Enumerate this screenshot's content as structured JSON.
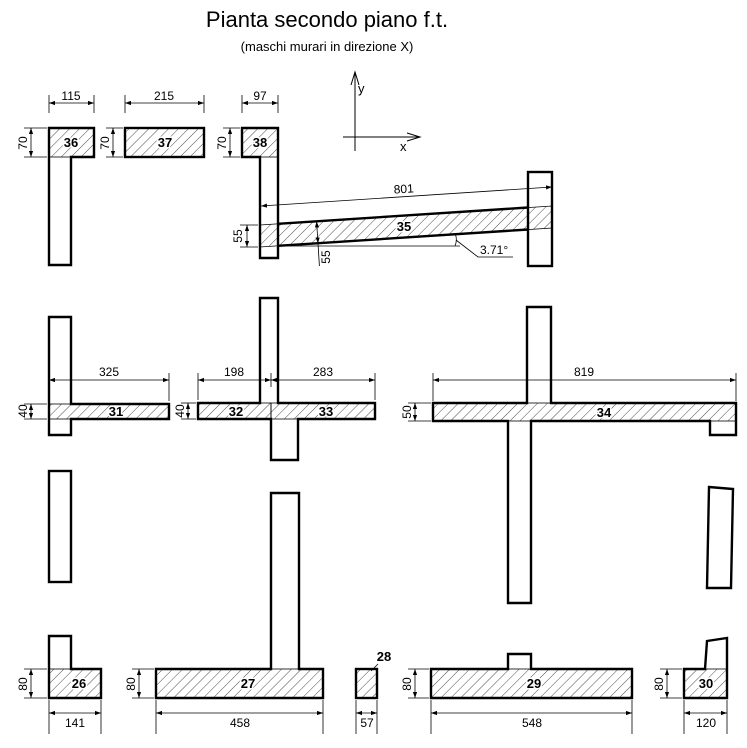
{
  "title": "Pianta secondo piano f.t.",
  "subtitle": "(maschi murari in direzione X)",
  "axis_labels": {
    "horizontal": "x",
    "vertical": "y"
  },
  "piers": {
    "p36": {
      "label": "36",
      "dim_length": "115",
      "dim_thickness": "70"
    },
    "p37": {
      "label": "37",
      "dim_length": "215",
      "dim_thickness": "70"
    },
    "p38": {
      "label": "38",
      "dim_length": "97",
      "dim_thickness": "70"
    },
    "p35": {
      "label": "35",
      "dim_length": "801",
      "dim_thickness": "55",
      "dim_thickness_normal": "55",
      "angle": "3.71°"
    },
    "p31": {
      "label": "31",
      "dim_length": "325",
      "dim_thickness": "40"
    },
    "p32": {
      "label": "32",
      "dim_length": "198",
      "dim_thickness": "40"
    },
    "p33": {
      "label": "33",
      "dim_length": "283"
    },
    "p34": {
      "label": "34",
      "dim_length": "819",
      "dim_thickness": "50"
    },
    "p26": {
      "label": "26",
      "dim_length": "141",
      "dim_thickness": "80"
    },
    "p27": {
      "label": "27",
      "dim_length": "458",
      "dim_thickness": "80"
    },
    "p28": {
      "label": "28",
      "dim_length": "57"
    },
    "p29": {
      "label": "29",
      "dim_length": "548",
      "dim_thickness": "80"
    },
    "p30": {
      "label": "30",
      "dim_length": "120",
      "dim_thickness": "80"
    }
  },
  "colors": {
    "line": "#000000",
    "background": "#ffffff",
    "hatch": "#000000"
  }
}
